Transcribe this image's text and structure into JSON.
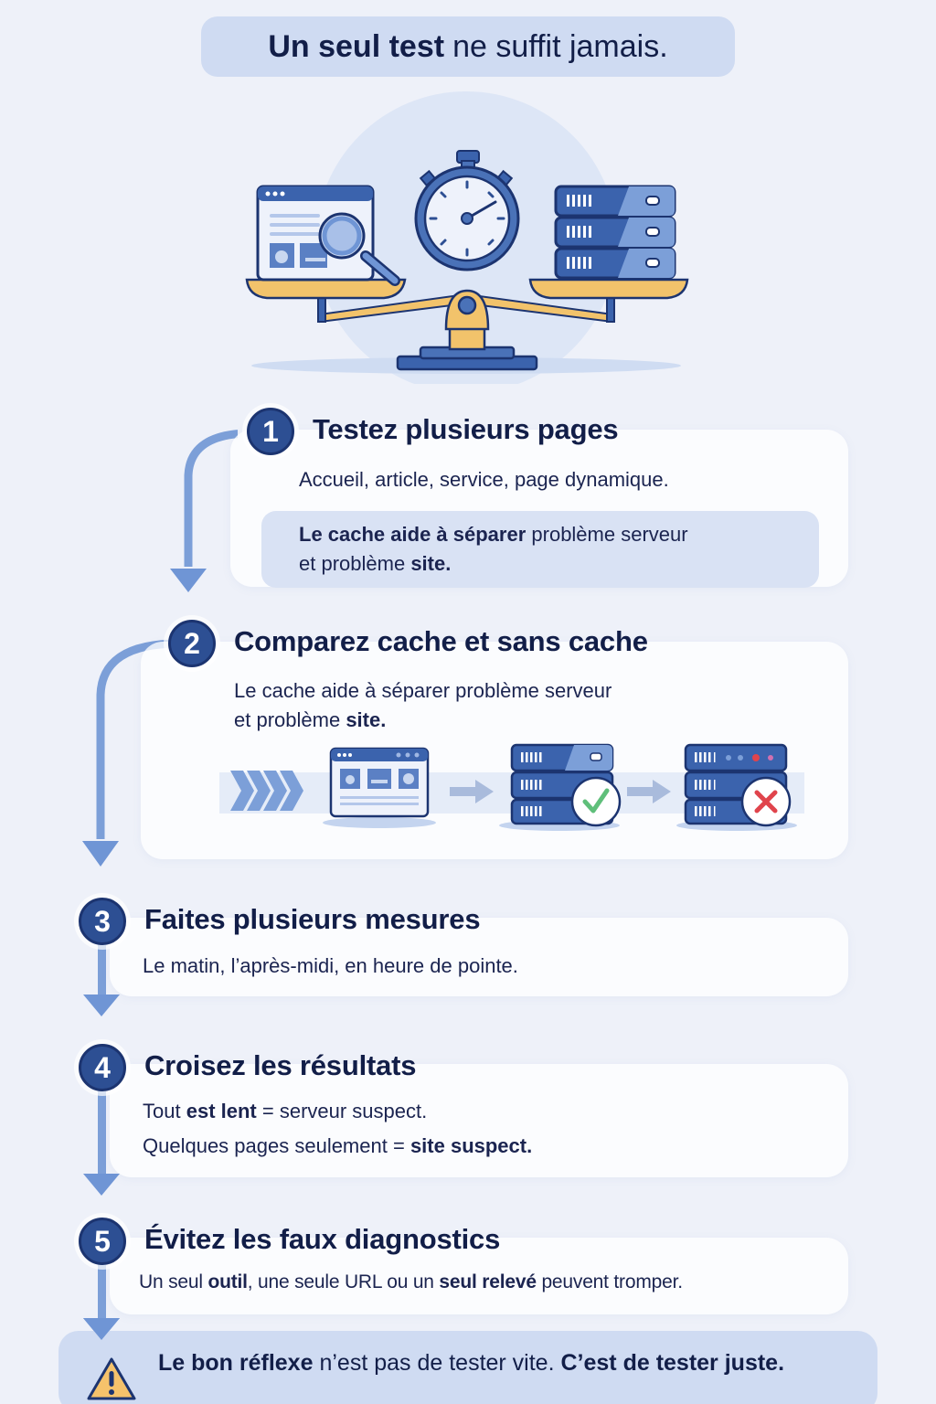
{
  "title": {
    "bold": "Un seul test",
    "rest": "ne suffit jamais."
  },
  "hero": {
    "illustration": "balance-scale-comparing-webpage-and-server-with-stopwatch",
    "icons": [
      "browser-window-icon",
      "magnifier-icon",
      "stopwatch-icon",
      "server-rack-icon",
      "balance-scale-icon"
    ]
  },
  "steps": [
    {
      "number": "1",
      "title": "Testez plusieurs pages",
      "text": "Accueil, article, service, page dynamique.",
      "highlight": {
        "line1_bold_a": "Le cache aide à séparer",
        "line1_rest": "problème serveur",
        "line2_a": "et problème",
        "line2_bold": "site."
      }
    },
    {
      "number": "2",
      "title": "Comparez cache et sans cache",
      "text_line1": "Le cache aide à séparer problème serveur",
      "text_line2_a": "et problème",
      "text_line2_bold": "site.",
      "diagram": {
        "items": [
          "flow-chevrons-icon",
          "browser-window-icon",
          "arrow-right-icon",
          "server-ok-icon",
          "arrow-right-icon",
          "server-error-icon"
        ],
        "ok_color": "#5fbf7a",
        "error_color": "#e0444c"
      }
    },
    {
      "number": "3",
      "title": "Faites plusieurs mesures",
      "text": "Le matin, l’après-midi, en heure de pointe."
    },
    {
      "number": "4",
      "title": "Croisez les résultats",
      "line1_a": "Tout",
      "line1_bold": "est lent",
      "line1_rest": "= serveur suspect.",
      "line2_a": "Quelques pages seulement =",
      "line2_bold": "site suspect."
    },
    {
      "number": "5",
      "title": "Évitez les faux diagnostics",
      "text_a": "Un seul",
      "text_bold_a": "outil",
      "text_b": ", une seule URL ou un",
      "text_bold_b": "seul relevé",
      "text_c": "peuvent tromper."
    }
  ],
  "footer": {
    "icon": "warning-icon",
    "bold_a": "Le bon réflexe",
    "middle": "n’est pas de tester vite.",
    "bold_b": "C’est de tester juste."
  },
  "colors": {
    "background": "#eef1f9",
    "accent": "#2d4f93",
    "flow": "#7c9fd8",
    "pill": "#cfdbf2",
    "gold": "#f2c36b",
    "warning": "#f5c26b"
  }
}
